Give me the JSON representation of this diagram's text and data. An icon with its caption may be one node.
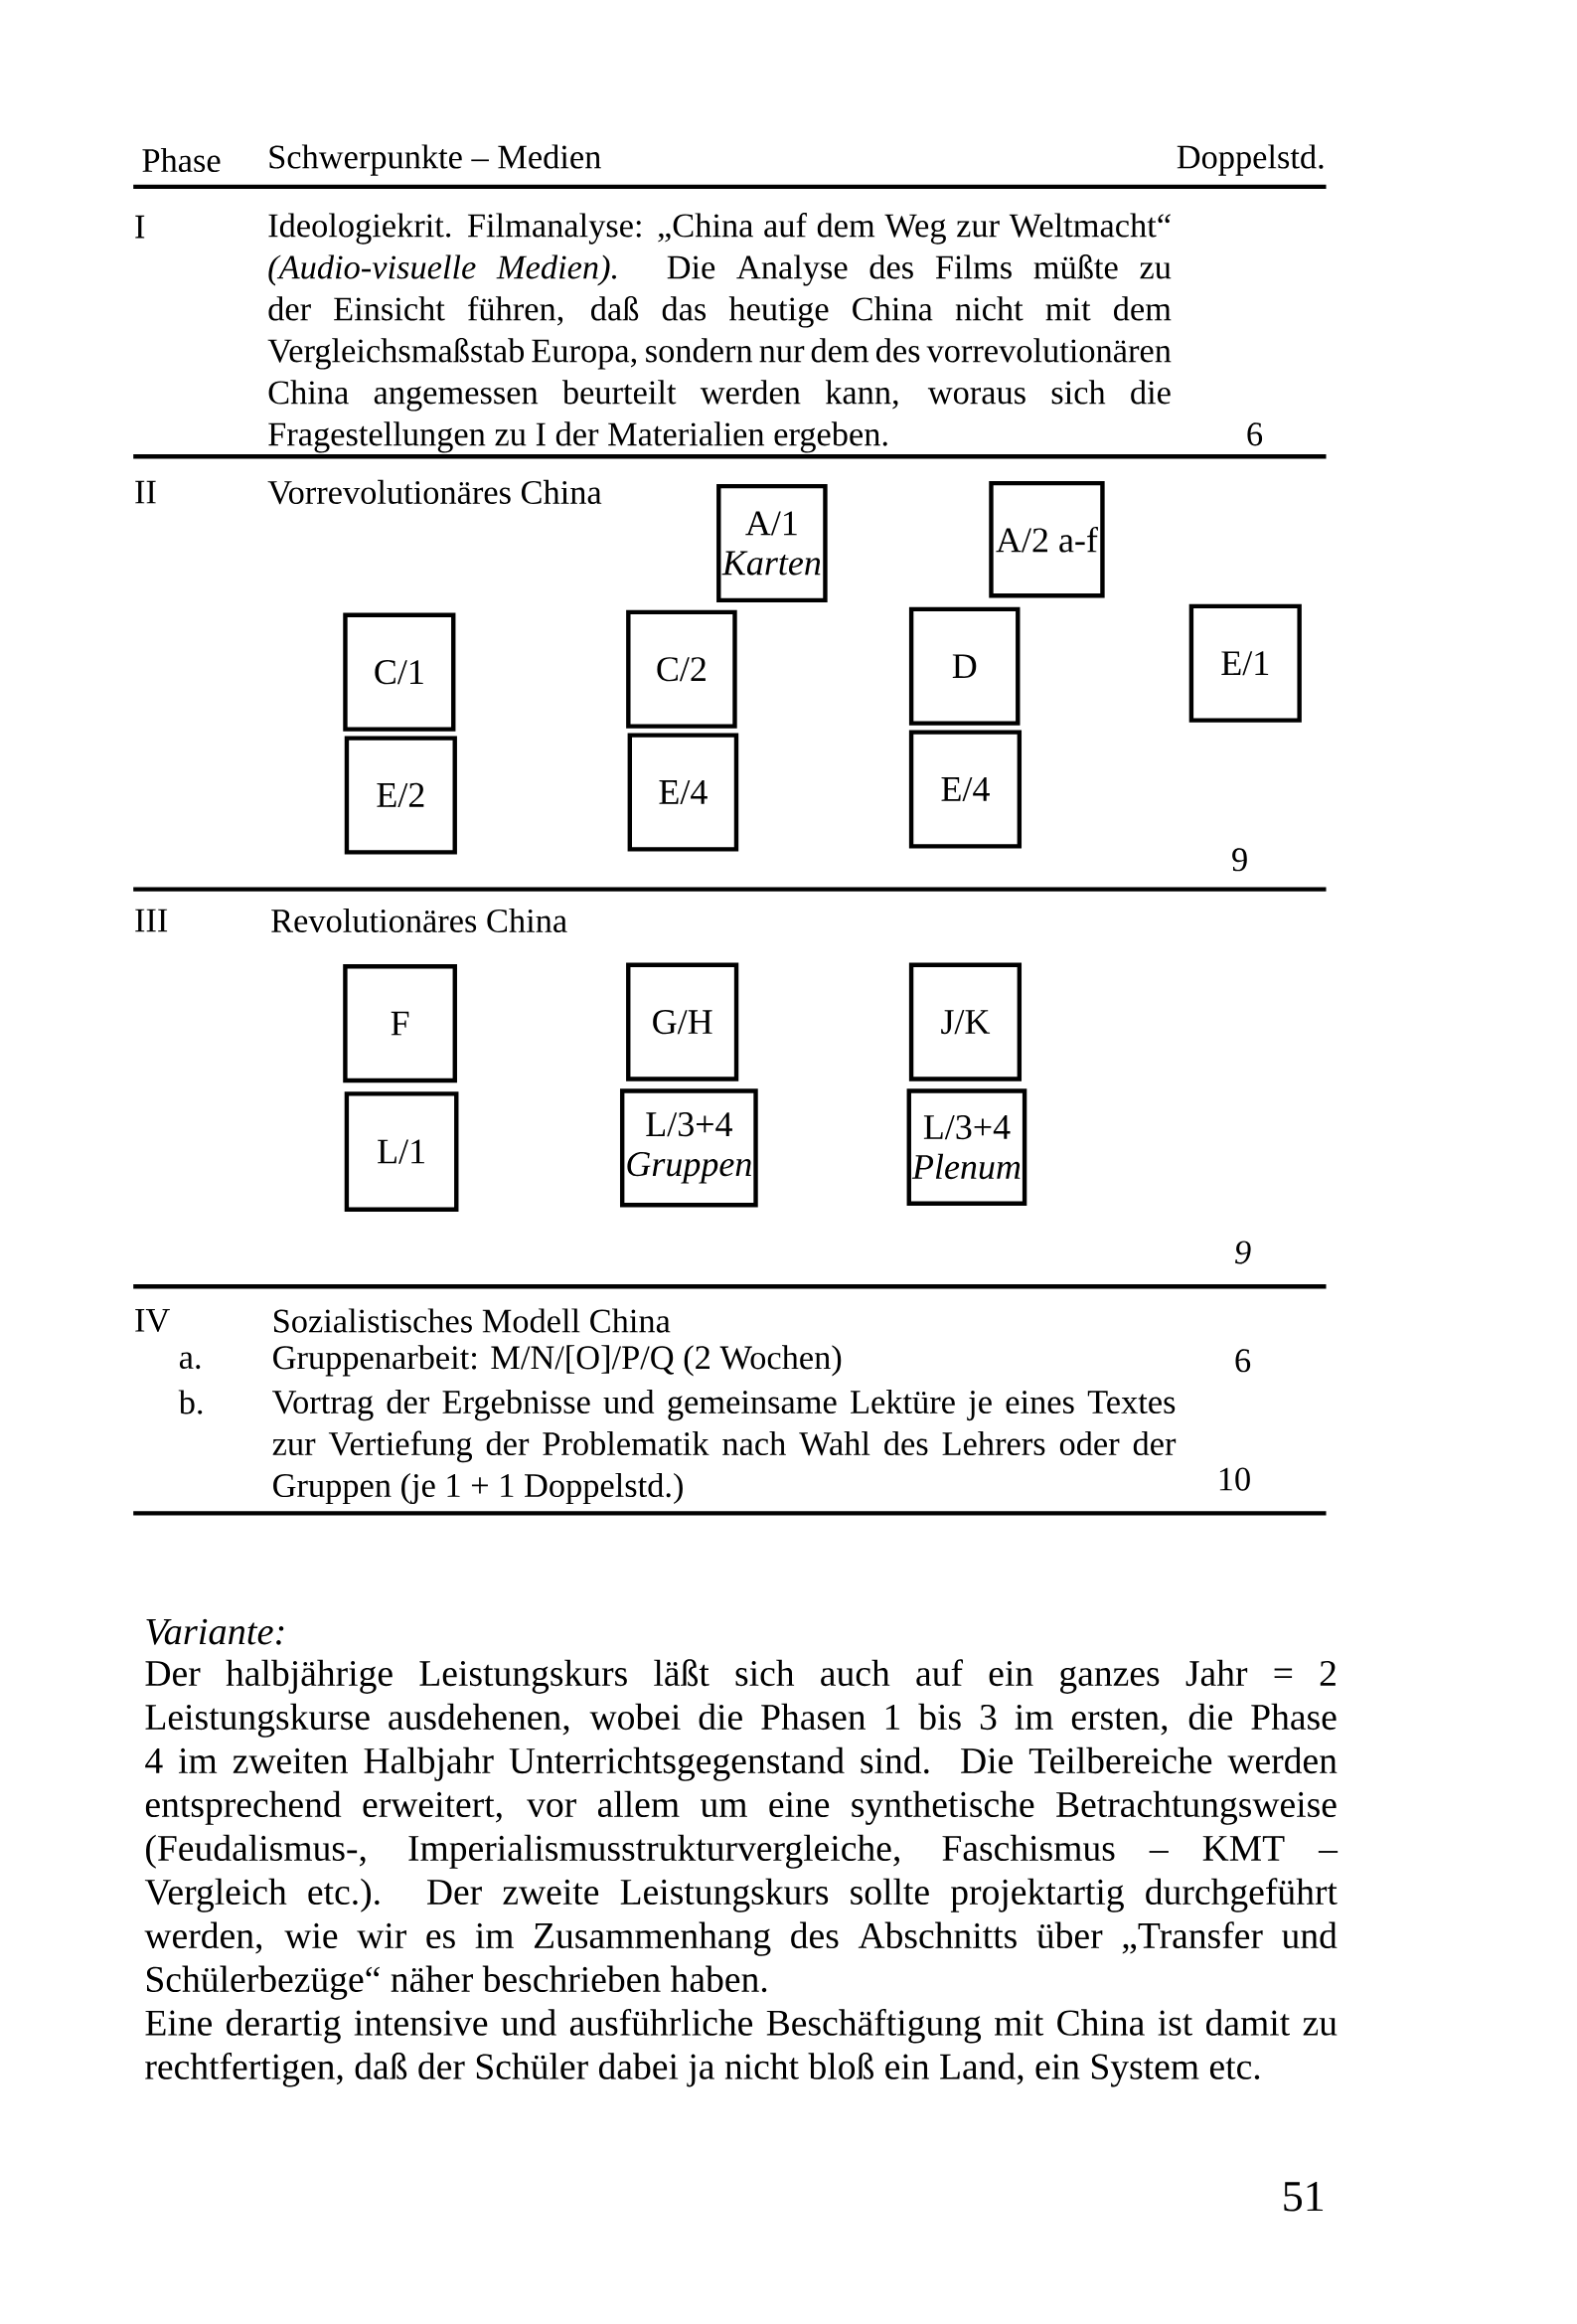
{
  "diagram": {
    "nodes": [
      {
        "text": [
          "A/1",
          "Karten"
        ]
      },
      {
        "text": [
          "A/2 a-f"
        ]
      },
      {
        "text": [
          "C/1"
        ]
      },
      {
        "text": [
          "C/2"
        ]
      },
      {
        "text": [
          "D"
        ]
      },
      {
        "text": [
          "E/1"
        ]
      },
      {
        "text": [
          "E/2"
        ]
      },
      {
        "text": [
          "E/4"
        ]
      },
      {
        "text": [
          "E/4"
        ]
      },
      {
        "text": [
          "F"
        ]
      },
      {
        "text": [
          "G/H"
        ]
      },
      {
        "text": [
          "J/K"
        ]
      },
      {
        "text": [
          "L/1"
        ]
      },
      {
        "text": [
          "L/3+4",
          "Gruppen"
        ]
      },
      {
        "text": [
          "L/3+4",
          "Plenum"
        ]
      }
    ],
    "labels": [
      "Phase",
      "Schwerpunkte – Medien",
      "Doppelstd.",
      "I",
      "Ideologiekrit. Filmanalyse: „China auf dem Weg zur Weltmacht“ *(Audio-visuelle Medien).* Die Analyse des Films müßte zu der Einsicht führen, daß das heutige China nicht mit dem Vergleichsmaßstab Europa, sondern nur dem des vorrevolutionären China angemessen beurteilt werden kann, woraus sich die Fragestellungen zu I der Materialien ergeben.",
      "6",
      "II",
      "Vorrevolutionäres China",
      "9",
      "III",
      "Revolutionäres China",
      "9",
      "IV",
      "Sozialistisches Modell China",
      "a.",
      "Gruppenarbeit: M/N/[O]/P/Q (2 Wochen)",
      "6",
      "b.",
      "Vortrag der Ergebnisse und gemeinsame Lektüre je eines Textes zur Vertiefung der Problematik nach Wahl des Lehrers oder der Gruppen (je 1 + 1 Doppelstd.)",
      "10",
      "Variante:",
      "Der halbjährige Leistungskurs läßt sich auch auf ein ganzes Jahr = 2 Leistungskurse ausdehenen, wobei die Phasen 1 bis 3 im ersten, die Phase 4 im zweiten Halbjahr Unterrichtsgegenstand sind. Die Teilbereiche werden entsprechend erweitert, vor allem um eine synthetische Betrachtungsweise (Feudalismus-, Imperialismusstrukturvergleiche, Faschismus – KMT – Vergleich etc.). Der zweite Leistungskurs sollte projektartig durchgeführt werden, wie wir es im Zusammenhang des Abschnitts über „Transfer und Schülerbezüge“ näher beschrieben haben.",
      "Eine derartig intensive und ausführliche Beschäftigung mit China ist damit zu rechtfertigen, daß der Schüler dabei ja nicht bloß ein Land, ein System etc.",
      "51"
    ]
  }
}
